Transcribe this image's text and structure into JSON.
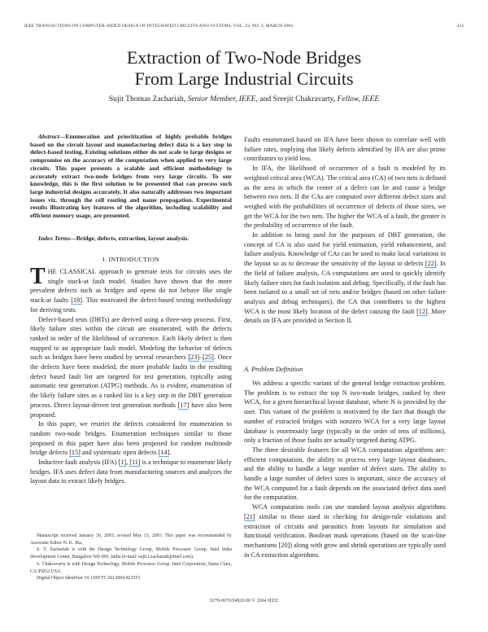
{
  "header": {
    "journal": "IEEE TRANSACTIONS ON COMPUTER-AIDED DESIGN OF INTEGRATED CIRCUITS AND SYSTEMS, VOL. 23, NO. 3, MARCH 2004",
    "page_number": "433"
  },
  "paper": {
    "title_line1": "Extraction of Two-Node Bridges",
    "title_line2": "From Large Industrial Circuits",
    "author1": "Sujit Thomas Zachariah,",
    "author1_role": "Senior Member, IEEE,",
    "and": "and",
    "author2": "Sreejit Chakravarty,",
    "author2_role": "Fellow, IEEE"
  },
  "abstract": {
    "label": "Abstract",
    "text": "—Enumeration and prioritization of highly probable bridges based on the circuit layout and manufacturing defect data is a key step in defect-based testing. Existing solutions either do not scale to large designs or compromise on the accuracy of the computation when applied to very large circuits. This paper presents a scalable and efficient methodology to accurately extract two-node bridges from very large circuits. To our knowledge, this is the first solution to be presented that can process such large industrial designs accurately. It also naturally addresses two important issues viz. through the cell routing and name propagation. Experimental results illustrating key features of the algorithm, including scalability and efficient memory usage, are presented."
  },
  "index_terms": {
    "label": "Index Terms",
    "text": "—Bridge, defects, extraction, layout analysis."
  },
  "section1": {
    "heading": "I. INTRODUCTION",
    "dropcap": "T",
    "p1_a": "HE CLASSICAL approach to generate tests for circuits uses the single stuck-at fault model. Studies have shown that the more prevalent defects such as bridges and opens do not behave like single stuck-at faults ",
    "p1_cite": "[18]",
    "p1_b": ". This motivated the defect-based testing methodology for deriving tests.",
    "p2_a": "Defect-based tests (DBTs) are derived using a three-step process. First, likely failure sites within the circuit are enumerated, with the defects ranked in order of the likelihood of occurrence. Each likely defect is then mapped to an appropriate fault model. Modeling the behavior of defects such as bridges have been studied by several researchers ",
    "p2_cite1": "[23]",
    "p2_dash": "–",
    "p2_cite2": "[25]",
    "p2_b": ". Once the defects have been modeled, the more probable faults in the resulting defect based fault list are targeted for test generation, typically using automatic test generation (ATPG) methods. As is evident, enumeration of the likely failure sites as a ranked list is a key step in the DBT generation process. Direct layout-driven test generation methods ",
    "p2_cite3": "[17]",
    "p2_c": " have also been proposed.",
    "p3_a": "In this paper, we restrict the defects considered for enumeration to random two-node bridges. Enumeration techniques similar to those proposed in this paper have also been proposed for random multinode bridge defects ",
    "p3_cite1": "[15]",
    "p3_b": " and systematic open defects ",
    "p3_cite2": "[14]",
    "p3_c": ".",
    "p4_a": "Inductive fault analysis (IFA) ",
    "p4_cite1": "[1]",
    "p4_sep": ", ",
    "p4_cite2": "[11]",
    "p4_b": " is a technique to enumerate likely bridges. IFA uses defect data from manufacturing sources and analyzes the layout data to extract likely bridges."
  },
  "right_column": {
    "p1": "Faults enumerated based on IFA have been shown to correlate well with failure rates, implying that likely defects identified by IFA are also prime contributors to yield loss.",
    "p2": "In IFA, the likelihood of occurrence of a fault is modeled by its weighted critical area (WCA). The critical area (CA) of two nets is defined as the area in which the center of a defect can lie and cause a bridge between two nets. If the CAs are computed over different defect sizes and weighed with the probabilities of occurrence of defects of those sizes, we get the WCA for the two nets. The higher the WCA of a fault, the greater is the probability of occurrence of the fault.",
    "p3_a": "In addition to being used for the purposes of DBT generation, the concept of CA is also used for yield estimation, yield enhancement, and failure analysis. Knowledge of CAs can be used to make local variations in the layout so as to decrease the sensitivity of the layout to defects ",
    "p3_cite1": "[22]",
    "p3_b": ". In the field of failure analysis, CA computations are used to quickly identify likely failure sites for fault isolation and debug. Specifically, if the fault has been isolated to a small set of nets and/or bridges (based on other failure analysis and debug techniques), the CA that contributes to the highest WCA is the most likely location of the defect causing the fault ",
    "p3_cite2": "[12]",
    "p3_c": ". More details on IFA are provided in Section II.",
    "subsection": "A. Problem Definition",
    "p4": "We address a specific variant of the general bridge extraction problem. The problem is to extract the top N two-node bridges, ranked by their WCA, for a given hierarchical layout database, where N is provided by the user. This variant of the problem is motivated by the fact that though the number of extracted bridges with nonzero WCA for a very large layout database is enormously large (typically in the order of tens of millions), only a fraction of those faults are actually targeted during ATPG.",
    "p5": "The three desirable features for all WCA computation algorithms are: efficient computation, the ability to process very large layout databases, and the ability to handle a large number of defect sizes. The ability to handle a large number of defect sizes is important, since the accuracy of the WCA computed for a fault depends on the associated defect data used for the computation.",
    "p6_a": "WCA computation tools can use standard layout analysis algorithms ",
    "p6_cite": "[21]",
    "p6_b": " similar to those used in checking for design-rule violations and extraction of circuits and parasitics from layouts for simulation and functional verification. Boolean mask operations (based on the scan-line mechanisms [20]) along with grow and shrink operations are typically used in CA extraction algorithms."
  },
  "footnotes": {
    "f1": "Manuscript received January 30, 2003; revised May 15, 2003. This paper was recommended by Associate Editor N. K. Jha.",
    "f2": "S. T. Zachariah is with the Design Technology Group, Mobile Processor Group, Intel India Development Center, Bangalore 560 066, India (e-mail: sujit.t.zachariah@intel.com).",
    "f3": "S. Chakravarty is with Design Technology, Mobile Processor Group, Intel Corporation, Santa Clara, CA 95052 USA.",
    "f4": "Digital Object Identifier 10.1109/TCAD.2004.823351"
  },
  "footer": {
    "copyright": "0278-0070/04$20.00 © 2004 IEEE"
  }
}
